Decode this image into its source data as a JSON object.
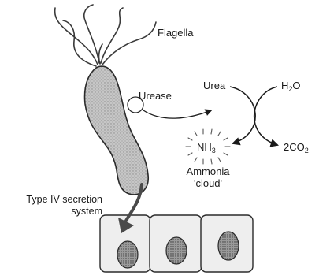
{
  "labels": {
    "flagella": "Flagella",
    "urease": "Urease",
    "urea": "Urea",
    "water_main": "H",
    "water_sub": "2",
    "water_tail": "O",
    "ammonia_main": "NH",
    "ammonia_sub": "3",
    "ammonia_line1": "Ammonia",
    "ammonia_line2": "'cloud'",
    "co2_prefix": "2CO",
    "co2_sub": "2",
    "secretion_line1": "Type IV secretion",
    "secretion_line2": "system"
  },
  "colors": {
    "ink": "#1a1a1a",
    "bacterium_fill": "#c9c9c9",
    "cell_fill": "#eeeeee",
    "nucleus_fill": "#8f8f8f"
  }
}
